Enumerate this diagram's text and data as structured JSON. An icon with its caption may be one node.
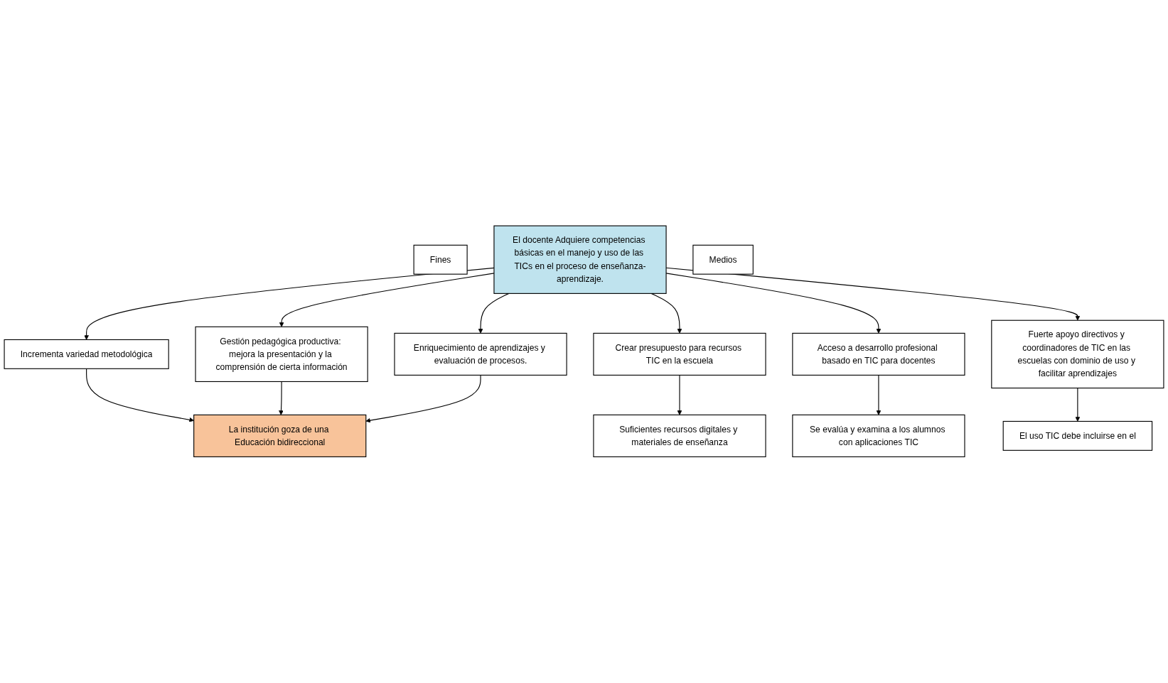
{
  "diagram": {
    "nodes": [
      {
        "text": [
          "La institución goza de una Educación bidireccional"
        ]
      },
      {
        "text": [
          "Fines"
        ]
      },
      {
        "text": [
          "Incrementa variedad metodológica"
        ]
      },
      {
        "text": [
          "Gestión pedagógica productiva: mejora la presentación y la comprensión de cierta información"
        ]
      },
      {
        "text": [
          "Enriquecimiento de aprendizajes y evaluación de procesos."
        ]
      },
      {
        "text": [
          "El docente Adquiere competencias básicas en el manejo y uso de las TICs en el proceso de enseñanza-aprendizaje."
        ]
      },
      {
        "text": [
          "Medios"
        ]
      },
      {
        "text": [
          "Crear presupuesto para recursos TIC en la escuela"
        ]
      },
      {
        "text": [
          "Acceso a desarrollo profesional basado en TIC para docentes"
        ]
      },
      {
        "text": [
          "Fuerte apoyo directivos y coordinadores de TIC en las escuelas con dominio de uso y facilitar aprendizajes"
        ]
      },
      {
        "text": [
          "Suficientes recursos digitales y materiales de enseñanza"
        ]
      },
      {
        "text": [
          "Se evalúa y examina a los alumnos con aplicaciones TIC"
        ]
      },
      {
        "text": [
          "El uso TIC debe incluirse en el"
        ]
      }
    ],
    "edges": [
      {
        "from": 2,
        "to": 0,
        "arrow": "to"
      },
      {
        "from": 3,
        "to": 0,
        "arrow": "to"
      },
      {
        "from": 4,
        "to": 0,
        "arrow": "to"
      },
      {
        "from": 5,
        "to": 2,
        "arrow": "to"
      },
      {
        "from": 5,
        "to": 3,
        "arrow": "to"
      },
      {
        "from": 5,
        "to": 4,
        "arrow": "to"
      },
      {
        "from": 5,
        "to": 7,
        "arrow": "to"
      },
      {
        "from": 5,
        "to": 8,
        "arrow": "to"
      },
      {
        "from": 5,
        "to": 9,
        "arrow": "to"
      },
      {
        "from": 7,
        "to": 10,
        "arrow": "to"
      },
      {
        "from": 8,
        "to": 11,
        "arrow": "to"
      },
      {
        "from": 9,
        "to": 12,
        "arrow": "to"
      }
    ]
  }
}
